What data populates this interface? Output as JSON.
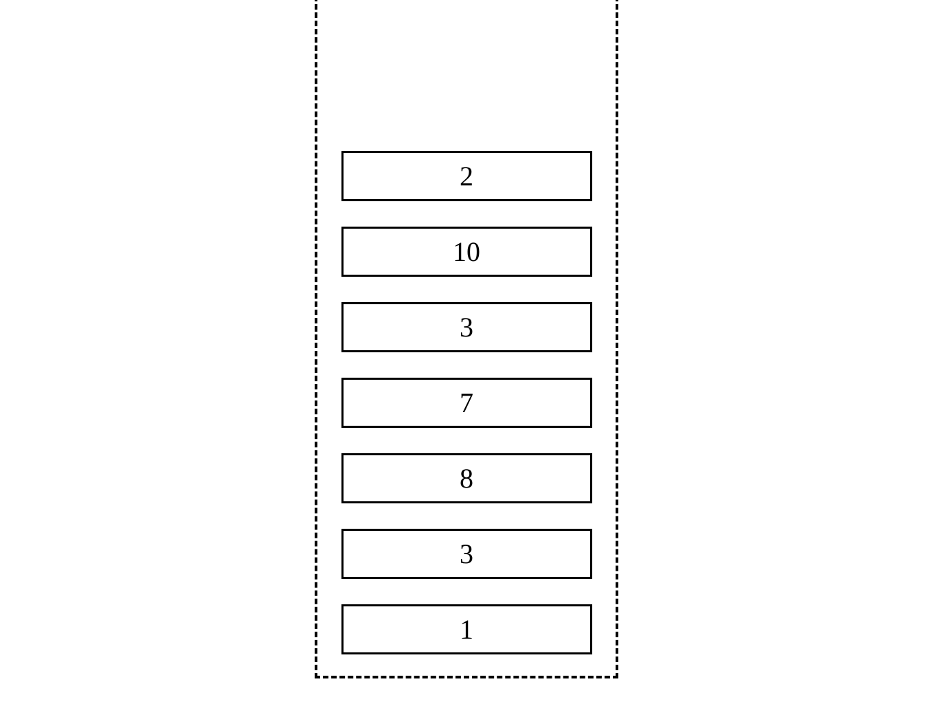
{
  "diagram": {
    "type": "stack",
    "orientation": "vertical",
    "open_side": "top",
    "colors": {
      "background": "#ffffff",
      "border": "#000000",
      "text": "#000000"
    },
    "items_top_to_bottom": [
      "2",
      "10",
      "3",
      "7",
      "8",
      "3",
      "1"
    ]
  }
}
